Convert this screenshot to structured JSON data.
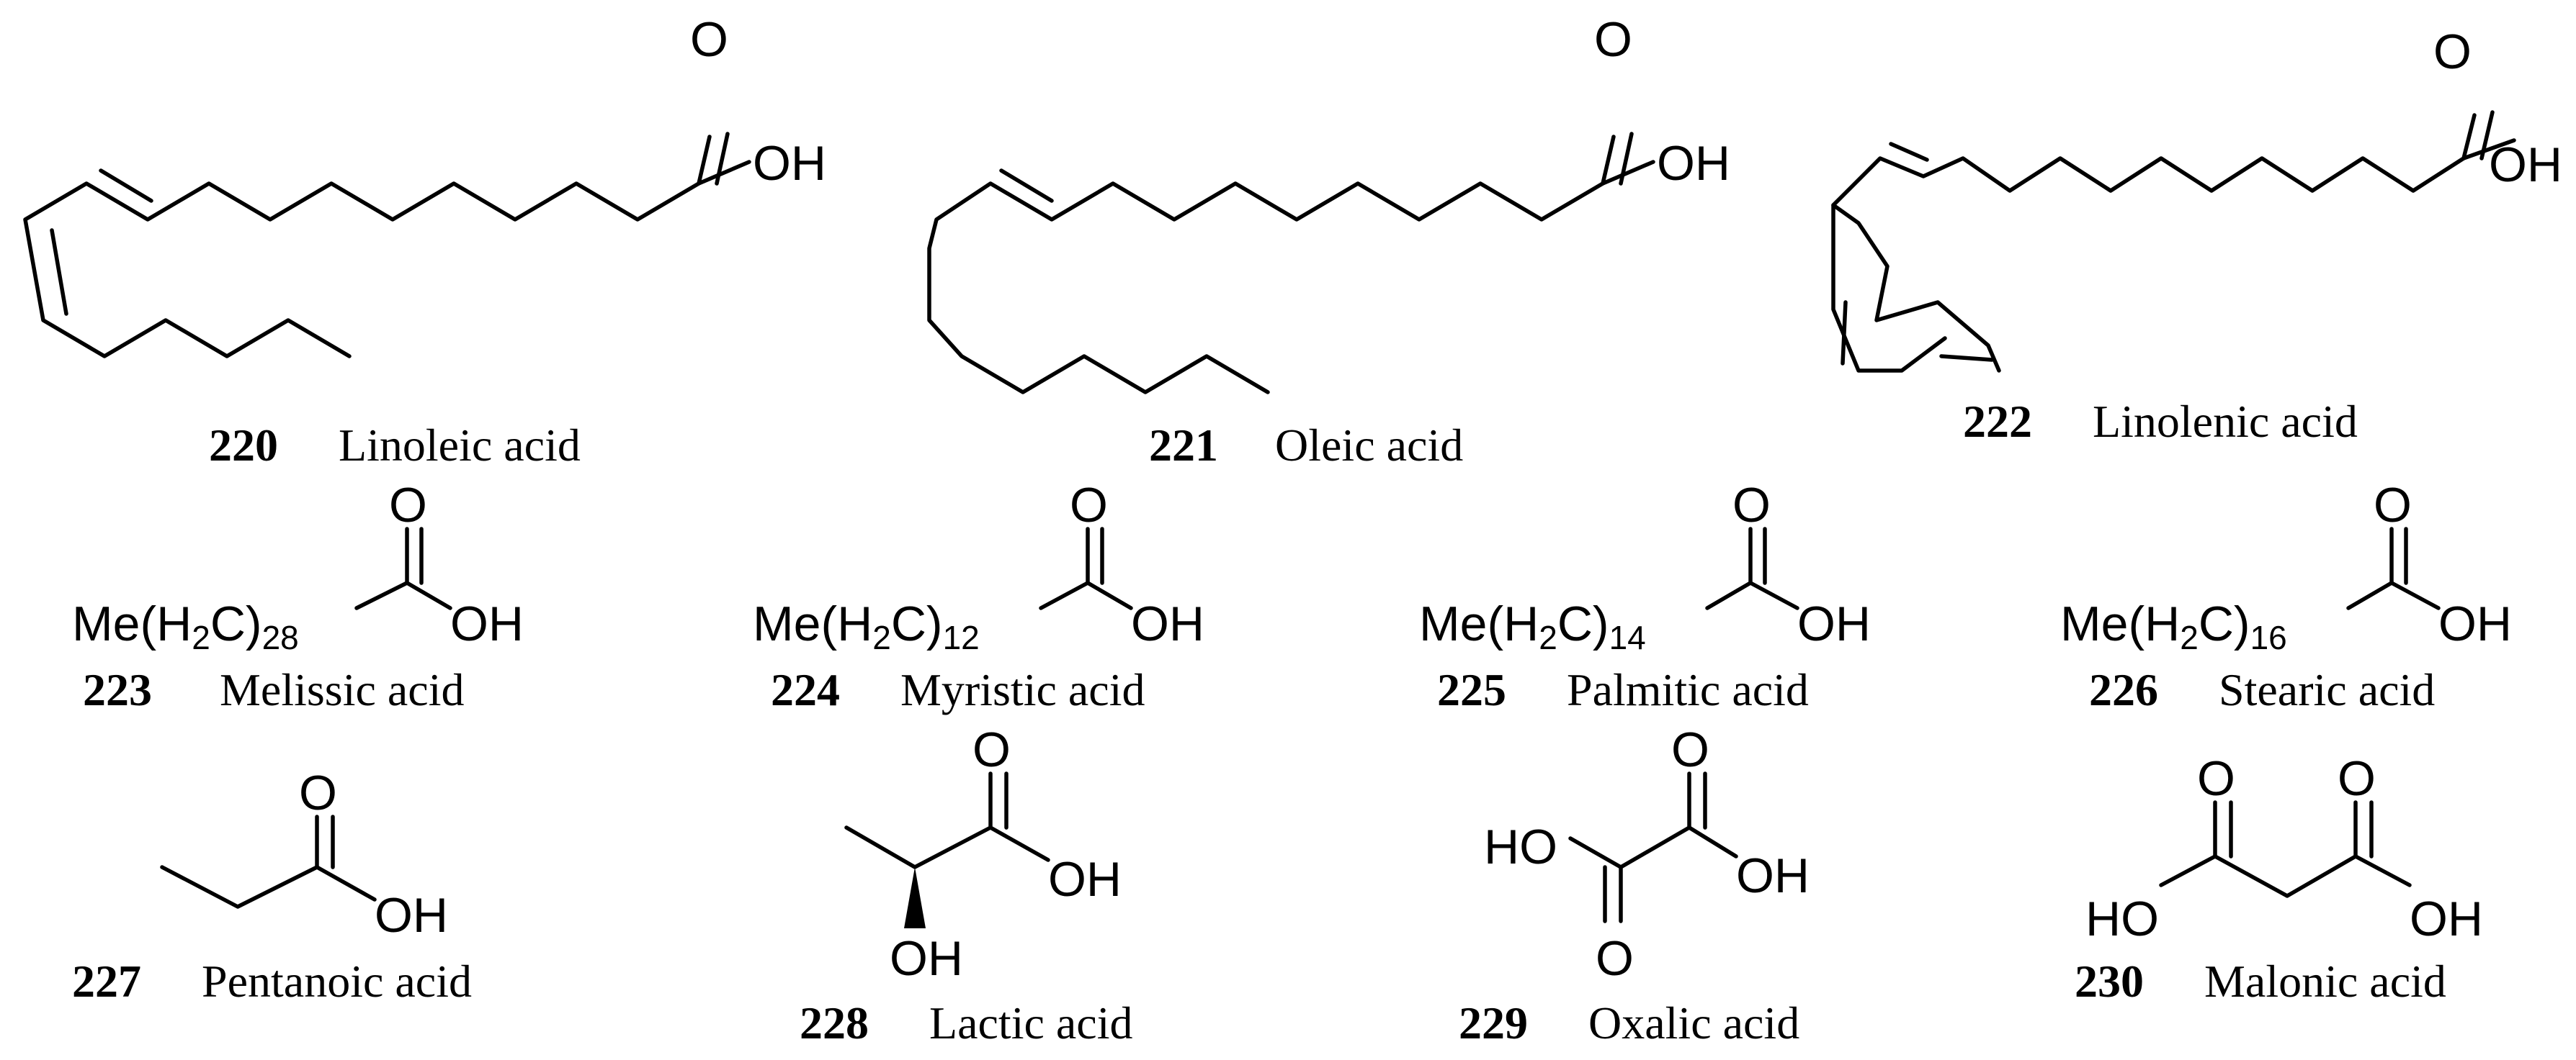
{
  "compounds": [
    {
      "number": "220",
      "name": "Linoleic acid"
    },
    {
      "number": "221",
      "name": "Oleic acid"
    },
    {
      "number": "222",
      "name": "Linolenic acid"
    },
    {
      "number": "223",
      "name": "Melissic acid"
    },
    {
      "number": "224",
      "name": "Myristic acid"
    },
    {
      "number": "225",
      "name": "Palmitic acid"
    },
    {
      "number": "226",
      "name": "Stearic acid"
    },
    {
      "number": "227",
      "name": "Pentanoic acid"
    },
    {
      "number": "228",
      "name": "Lactic acid"
    },
    {
      "number": "229",
      "name": "Oxalic acid"
    },
    {
      "number": "230",
      "name": "Malonic acid"
    }
  ],
  "atoms": {
    "oxygen": "O",
    "hydroxyl": "OH",
    "hydroxyl_left": "HO",
    "chain_prefix": "Me(H",
    "chain_sub_2": "2",
    "chain_suffix": "C)"
  },
  "chain_counts": {
    "223": "28",
    "224": "12",
    "225": "14",
    "226": "16"
  }
}
